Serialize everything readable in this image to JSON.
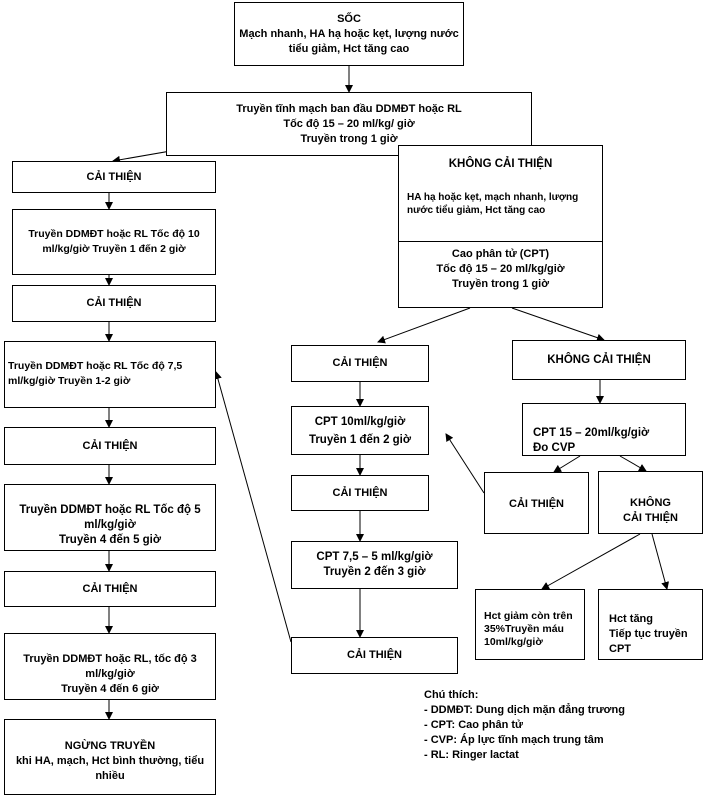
{
  "nodes": {
    "soc": "SỐC\nMạch nhanh, HA hạ hoặc kẹt, lượng nước tiểu giảm, Hct tăng cao",
    "init": "Truyền tĩnh mạch ban đầu DDMĐT hoặc RL\nTốc độ 15 – 20 ml/kg/ giờ\nTruyền trong 1 giờ",
    "L1": "CẢI THIỆN",
    "L2": "Truyền DDMĐT hoặc RL Tốc độ 10 ml/kg/giờ Truyền 1 đến 2 giờ",
    "L3": "CẢI THIỆN",
    "L4": "Truyền DDMĐT hoặc RL  Tốc độ 7,5 ml/kg/giờ Truyền 1-2 giờ",
    "L5": "CẢI THIỆN",
    "L6": "Truyền DDMĐT hoặc RL Tốc độ 5 ml/kg/giờ\nTruyền 4 đến 5 giờ",
    "L7": "CẢI THIỆN",
    "L8": "Truyền DDMĐT hoặc RL,  tốc độ 3 ml/kg/giờ\nTruyền 4 đến 6 giờ",
    "L9": "NGỪNG TRUYỀN\nkhi HA, mạch, Hct bình thường, tiểu nhiều",
    "nk_title": "KHÔNG CẢI THIỆN",
    "nk_desc": "HA hạ hoặc kẹt, mạch nhanh, lượng nước tiểu giảm, Hct tăng cao",
    "cpt": "Cao phân tử (CPT)\nTốc độ 15 – 20 ml/kg/giờ\nTruyền trong 1 giờ",
    "M1": "CẢI THIỆN",
    "M2": "CPT 10ml/kg/giờ\nTruyền 1 đến 2 giờ",
    "M3": "CẢI THIỆN",
    "M4": "CPT 7,5 – 5 ml/kg/giờ\nTruyền 2 đến 3 giờ",
    "M5": "CẢI THIỆN",
    "R1": "KHÔNG CẢI THIỆN",
    "R2": "CPT 15 – 20ml/kg/giờ\nĐo CVP",
    "R3": "CẢI THIỆN",
    "R4": "KHÔNG\nCẢI THIỆN",
    "R5": "Hct giảm còn trên 35%Truyền máu 10ml/kg/giờ",
    "R6": "Hct tăng\nTiếp tục truyền CPT"
  },
  "legend": {
    "title": "Chú thích:",
    "items": [
      "- DDMĐT: Dung dịch mặn đẳng trương",
      "- CPT: Cao phân tử",
      "- CVP: Áp lực tĩnh mạch trung tâm",
      "- RL: Ringer lactat"
    ]
  }
}
